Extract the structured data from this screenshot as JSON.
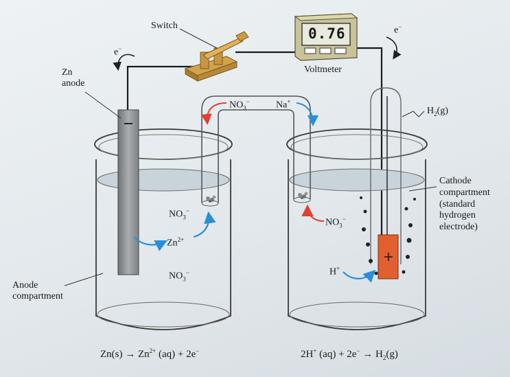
{
  "labels": {
    "switch": "Switch",
    "voltmeter": "Voltmeter",
    "voltmeter_reading": "0.76",
    "zn_anode_line1": "Zn",
    "zn_anode_line2": "anode",
    "electron_left": "e",
    "electron_left_sup": "−",
    "electron_right": "e",
    "electron_right_sup": "−",
    "h2_gas": "H",
    "h2_gas_sub": "2",
    "h2_gas_tail": "(g)",
    "no3_bridge": "NO",
    "no3_bridge_sub": "3",
    "no3_bridge_sup": "−",
    "na_bridge": "Na",
    "na_bridge_sup": "+",
    "no3_left_upper": "NO",
    "no3_left_upper_sub": "3",
    "no3_left_upper_sup": "−",
    "zn2_ion": "Zn",
    "zn2_ion_sup": "2+",
    "no3_left_lower": "NO",
    "no3_left_lower_sub": "3",
    "no3_left_lower_sup": "−",
    "no3_right": "NO",
    "no3_right_sub": "3",
    "no3_right_sup": "−",
    "h_ion": "H",
    "h_ion_sup": "+",
    "cathode_line1": "Cathode",
    "cathode_line2": "compartment",
    "cathode_line3": "(standard",
    "cathode_line4": "hydrogen",
    "cathode_line5": "electrode)",
    "anode_comp_line1": "Anode",
    "anode_comp_line2": "compartment",
    "eq_left": "Zn(s) → Zn",
    "eq_left_sup": "2+",
    "eq_left_tail": " (aq) + 2e",
    "eq_left_tail_sup": "−",
    "eq_right": "2H",
    "eq_right_sup": "+",
    "eq_right_mid": " (aq) + 2e",
    "eq_right_mid_sup": "−",
    "eq_right_tail": " → H",
    "eq_right_tail_sub": "2",
    "eq_right_end": "(g)"
  },
  "colors": {
    "arrow_blue": "#2a8fd6",
    "arrow_red": "#e04030",
    "electrode_copper": "#e0612f",
    "zinc_strip": "#8f9498",
    "solution": "#c9d3da"
  }
}
